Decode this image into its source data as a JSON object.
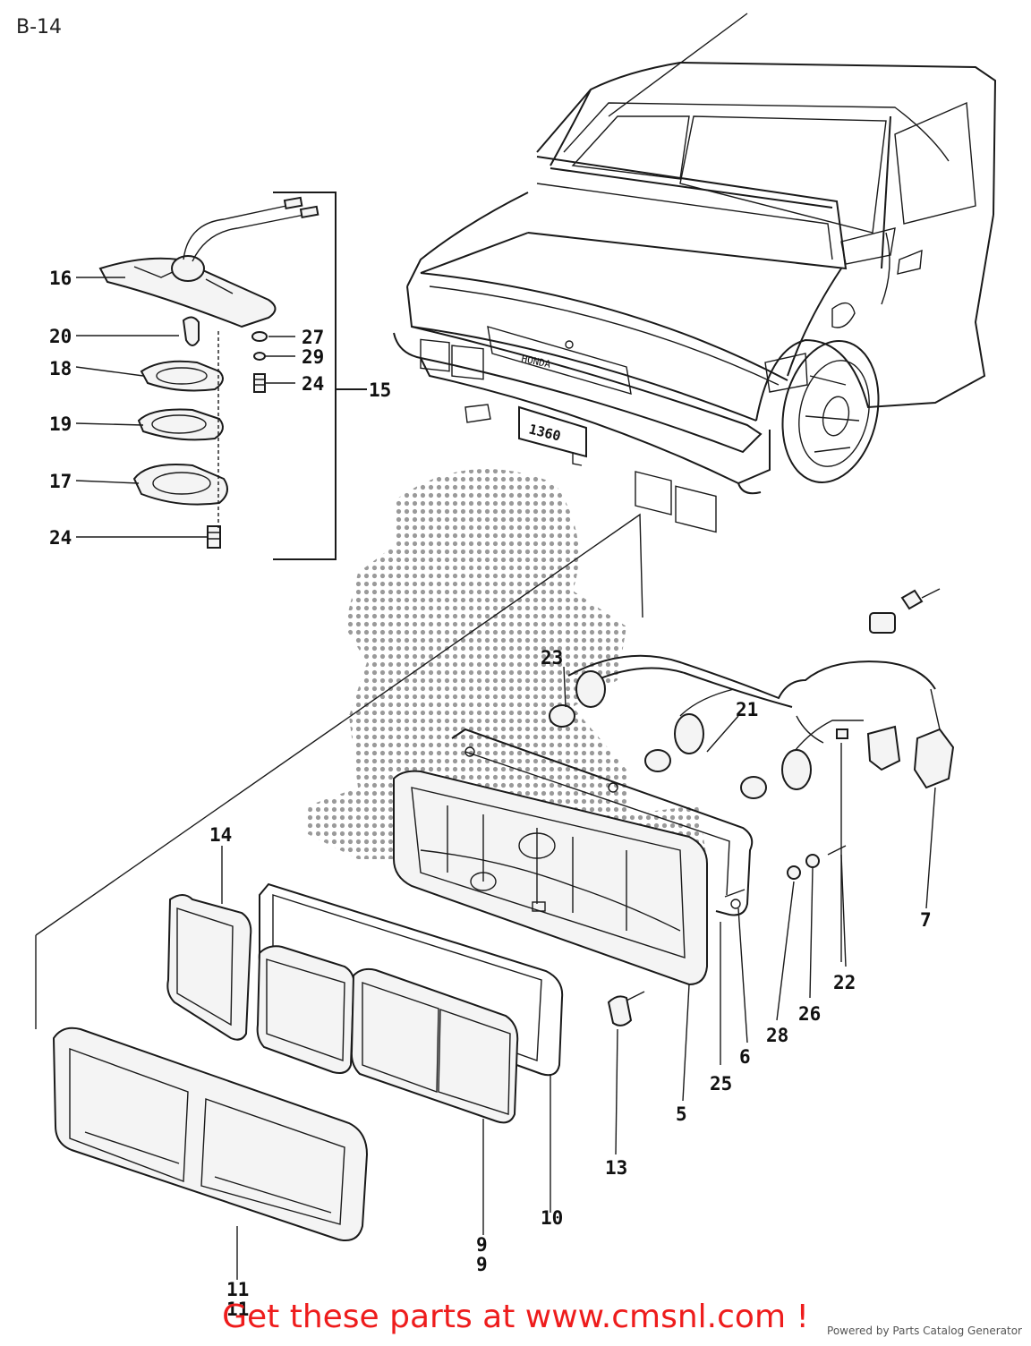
{
  "page": {
    "code": "B-14"
  },
  "car": {
    "plate_text": "1360",
    "badge_text": "HONDA"
  },
  "callouts": [
    {
      "id": "c16",
      "label": "16"
    },
    {
      "id": "c20",
      "label": "20"
    },
    {
      "id": "c27",
      "label": "27"
    },
    {
      "id": "c29",
      "label": "29"
    },
    {
      "id": "c18",
      "label": "18"
    },
    {
      "id": "c24a",
      "label": "24"
    },
    {
      "id": "c15",
      "label": "15"
    },
    {
      "id": "c19",
      "label": "19"
    },
    {
      "id": "c17",
      "label": "17"
    },
    {
      "id": "c24b",
      "label": "24"
    },
    {
      "id": "c23",
      "label": "23"
    },
    {
      "id": "c21",
      "label": "21"
    },
    {
      "id": "c14",
      "label": "14"
    },
    {
      "id": "c7",
      "label": "7"
    },
    {
      "id": "c22",
      "label": "22"
    },
    {
      "id": "c26",
      "label": "26"
    },
    {
      "id": "c28",
      "label": "28"
    },
    {
      "id": "c6",
      "label": "6"
    },
    {
      "id": "c25",
      "label": "25"
    },
    {
      "id": "c5",
      "label": "5"
    },
    {
      "id": "c13",
      "label": "13"
    },
    {
      "id": "c10",
      "label": "10"
    },
    {
      "id": "c9a",
      "label": "9"
    },
    {
      "id": "c9b",
      "label": "9"
    },
    {
      "id": "c11a",
      "label": "11"
    },
    {
      "id": "c11b",
      "label": "11"
    }
  ],
  "footer": {
    "promo_text": "Get these parts at www.cmsnl.com !",
    "powered_by": "Powered by Parts Catalog Generator"
  },
  "colors": {
    "line": "#1a1a1a",
    "promo": "#ee1c1c",
    "background": "#ffffff"
  }
}
